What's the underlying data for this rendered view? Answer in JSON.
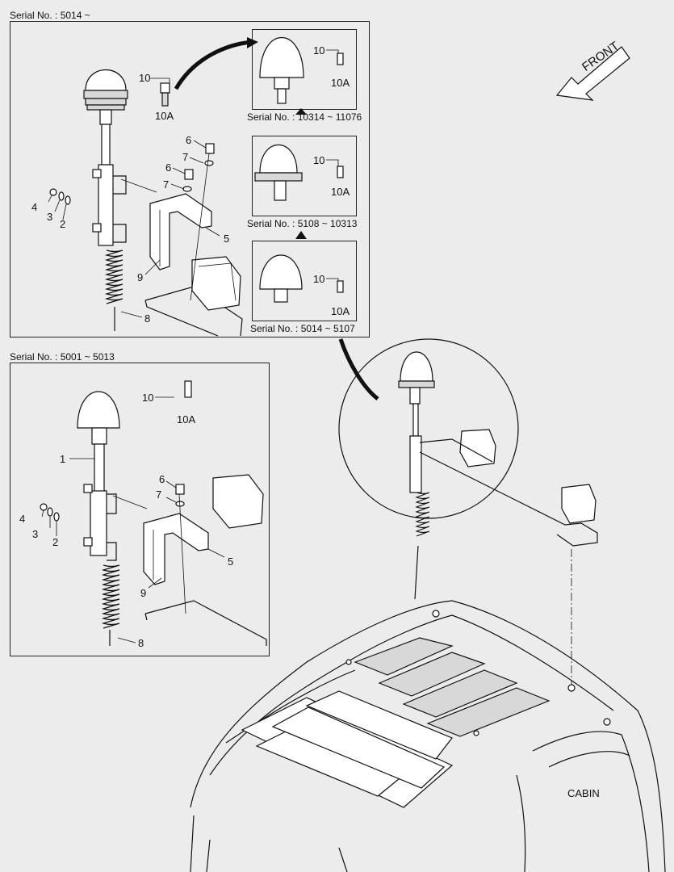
{
  "header": {
    "serial_top": "Serial No. : 5014 ~",
    "serial_mid": "Serial No. : 5001 ~ 5013"
  },
  "insets": [
    {
      "serial": "Serial No. : 10314 ~ 11076",
      "part": "10",
      "sub": "10A"
    },
    {
      "serial": "Serial No. : 5108 ~ 10313",
      "part": "10",
      "sub": "10A"
    },
    {
      "serial": "Serial No. : 5014 ~ 5107",
      "part": "10",
      "sub": "10A"
    }
  ],
  "top_callouts": {
    "p10": "10",
    "p10a": "10A",
    "p6a": "6",
    "p7a": "7",
    "p6b": "6",
    "p7b": "7",
    "p4": "4",
    "p3": "3",
    "p2": "2",
    "p5": "5",
    "p9": "9",
    "p8": "8"
  },
  "bottom_callouts": {
    "p10": "10",
    "p10a": "10A",
    "p1": "1",
    "p6": "6",
    "p7": "7",
    "p4": "4",
    "p3": "3",
    "p2": "2",
    "p5": "5",
    "p9": "9",
    "p8": "8"
  },
  "front_label": "FRONT",
  "cabin_label": "CABIN",
  "icons": [
    "beacon-lamp-icon",
    "bulb-icon",
    "work-light-icon",
    "front-arrow-icon",
    "triangle-marker-icon"
  ]
}
